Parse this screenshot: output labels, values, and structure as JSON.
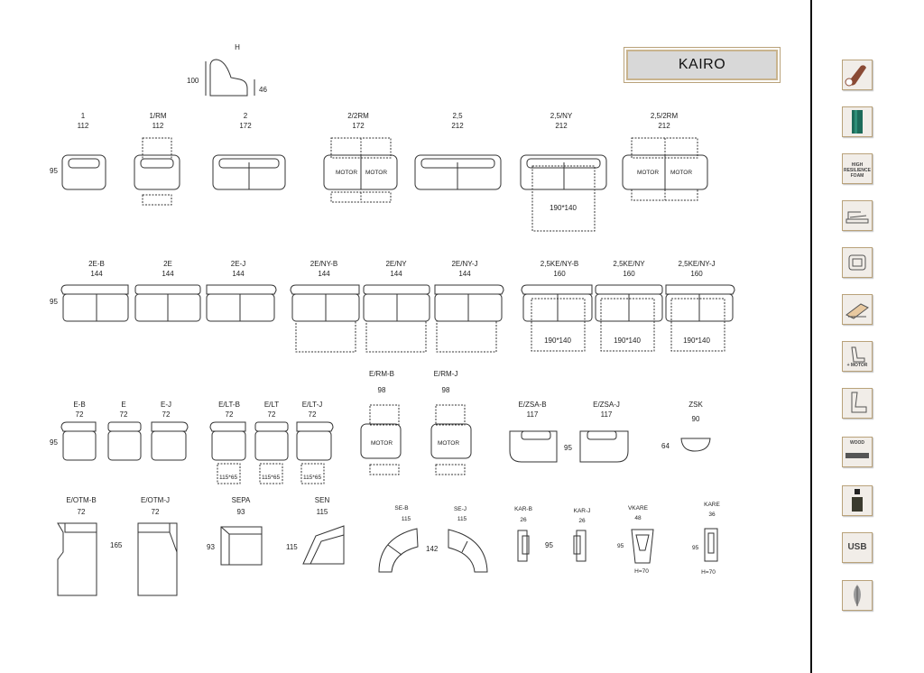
{
  "brand": {
    "name": "KAIRO"
  },
  "dimension_key": {
    "h": "H",
    "height": "100",
    "seat": "46"
  },
  "rows": {
    "row1": {
      "depth": "95",
      "items": [
        {
          "code": "1",
          "width": "112"
        },
        {
          "code": "1/RM",
          "width": "112"
        },
        {
          "code": "2",
          "width": "172"
        },
        {
          "code": "2/2RM",
          "width": "172"
        },
        {
          "code": "2,5",
          "width": "212"
        },
        {
          "code": "2,5/NY",
          "width": "212"
        },
        {
          "code": "2,5/2RM",
          "width": "212"
        }
      ]
    },
    "row2": {
      "depth": "95",
      "items": [
        {
          "code": "2E-B",
          "width": "144"
        },
        {
          "code": "2E",
          "width": "144"
        },
        {
          "code": "2E-J",
          "width": "144"
        },
        {
          "code": "2E/NY-B",
          "width": "144"
        },
        {
          "code": "2E/NY",
          "width": "144"
        },
        {
          "code": "2E/NY-J",
          "width": "144"
        },
        {
          "code": "2,5KE/NY-B",
          "width": "160"
        },
        {
          "code": "2,5KE/NY",
          "width": "160"
        },
        {
          "code": "2,5KE/NY-J",
          "width": "160"
        }
      ]
    },
    "row3": {
      "depth": "95",
      "items": [
        {
          "code": "E-B",
          "width": "72"
        },
        {
          "code": "E",
          "width": "72"
        },
        {
          "code": "E-J",
          "width": "72"
        },
        {
          "code": "E/LT-B",
          "width": "72"
        },
        {
          "code": "E/LT",
          "width": "72"
        },
        {
          "code": "E/LT-J",
          "width": "72"
        },
        {
          "code": "E/RM-B",
          "width": "98"
        },
        {
          "code": "E/RM-J",
          "width": "98"
        },
        {
          "code": "E/ZSA-B",
          "width": "117"
        },
        {
          "code": "E/ZSA-J",
          "width": "117"
        },
        {
          "code": "ZSK",
          "width": "90"
        }
      ],
      "zsa_depth": "95",
      "zsk_depth": "64"
    },
    "row4": {
      "items": [
        {
          "code": "E/OTM-B",
          "width": "72"
        },
        {
          "code": "E/OTM-J",
          "width": "72"
        },
        {
          "code": "SEPA",
          "width": "93"
        },
        {
          "code": "SEN",
          "width": "115"
        },
        {
          "code": "SE-B",
          "width": "115"
        },
        {
          "code": "SE-J",
          "width": "115"
        },
        {
          "code": "KAR-B",
          "width": "26"
        },
        {
          "code": "KAR-J",
          "width": "26"
        },
        {
          "code": "VKARE",
          "width": "48"
        },
        {
          "code": "KARE",
          "width": "36"
        }
      ],
      "otm_length": "165",
      "sepa_depth": "93",
      "sen_depth": "115",
      "se_depth": "142",
      "kar_depth": "95",
      "vkare_depth": "95",
      "kare_depth": "95",
      "vkare_height": "H=70",
      "kare_height": "H=70"
    }
  },
  "labels": {
    "motor": "MOTOR",
    "bed_size": "190*140",
    "lt_size": "115*65"
  },
  "sidebar": {
    "icons": [
      {
        "name": "leather-swatch-icon"
      },
      {
        "name": "fabric-roll-icon"
      },
      {
        "name": "high-resilience-foam-icon",
        "text": "HIGH RESILIENCE FOAM"
      },
      {
        "name": "sofa-bed-icon"
      },
      {
        "name": "armchair-icon"
      },
      {
        "name": "bed-function-icon"
      },
      {
        "name": "motor-recliner-icon",
        "text": "+ MOTOR"
      },
      {
        "name": "seat-profile-icon"
      },
      {
        "name": "wood-frame-icon",
        "text": "WOOD"
      },
      {
        "name": "care-bottle-icon"
      },
      {
        "name": "usb-port-icon",
        "text": "USB"
      },
      {
        "name": "feather-filling-icon"
      }
    ]
  },
  "colors": {
    "line": "#333333",
    "accent_border": "#b9a27a",
    "brand_fill": "#d8d8d8"
  }
}
